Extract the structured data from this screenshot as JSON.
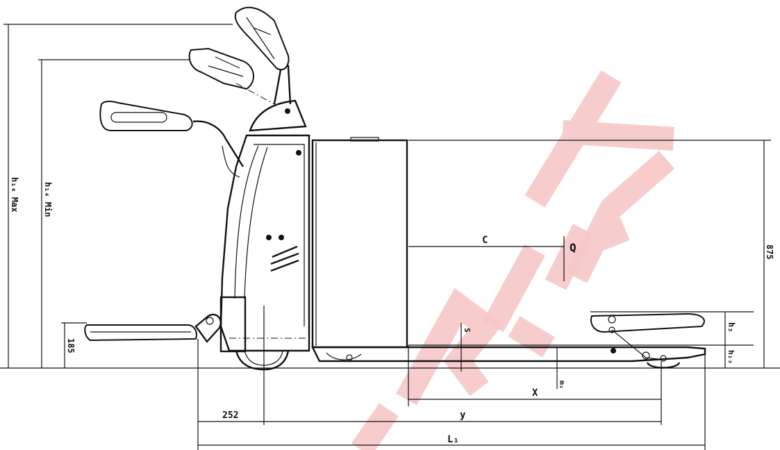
{
  "labels": {
    "h14_max": "h₁₄ Max",
    "h14_min": "h₁₄ Min",
    "dim_185": "185",
    "dim_875": "875",
    "c": "C",
    "q": "Q",
    "s": "S",
    "h3": "h₃",
    "h13": "h₁₃",
    "m2": "m₂",
    "x": "X",
    "y": "y",
    "dim_252": "252",
    "l1": "L₁"
  },
  "watermark": {
    "color": "#f6c6c6"
  }
}
